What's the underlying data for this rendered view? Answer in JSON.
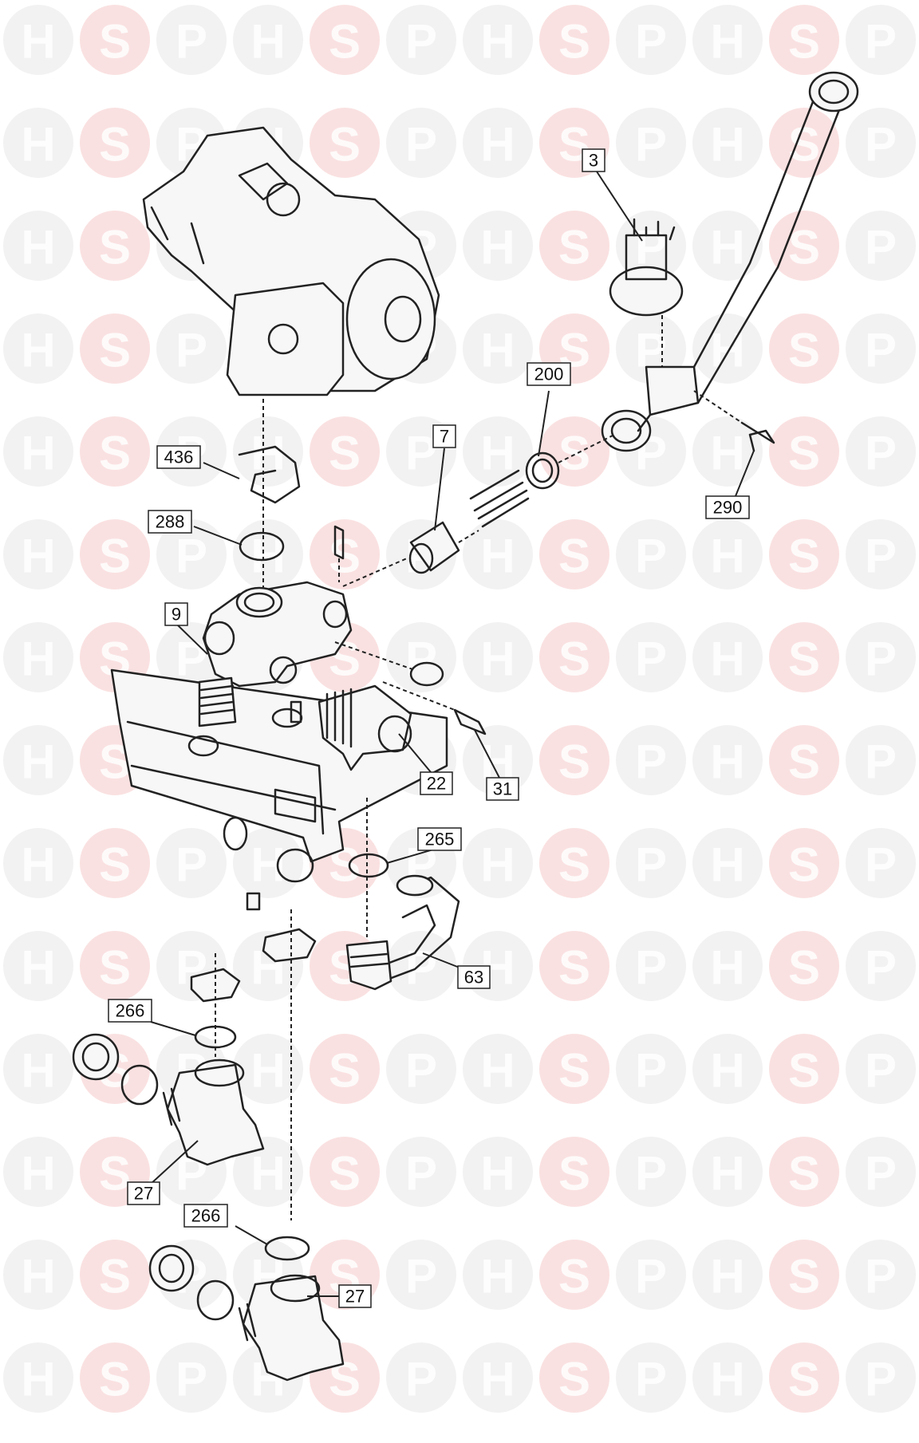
{
  "watermark": {
    "letters": [
      "H",
      "S",
      "P"
    ]
  },
  "colors": {
    "watermark_h_p": "#e8e8e8",
    "watermark_s": "#f5c9c9",
    "line": "#222222"
  },
  "callouts": [
    {
      "id": "c-3",
      "label": "3"
    },
    {
      "id": "c-200",
      "label": "200"
    },
    {
      "id": "c-7",
      "label": "7"
    },
    {
      "id": "c-290",
      "label": "290"
    },
    {
      "id": "c-436",
      "label": "436"
    },
    {
      "id": "c-288",
      "label": "288"
    },
    {
      "id": "c-9",
      "label": "9"
    },
    {
      "id": "c-22",
      "label": "22"
    },
    {
      "id": "c-31",
      "label": "31"
    },
    {
      "id": "c-265",
      "label": "265"
    },
    {
      "id": "c-63",
      "label": "63"
    },
    {
      "id": "c-266a",
      "label": "266"
    },
    {
      "id": "c-27a",
      "label": "27"
    },
    {
      "id": "c-266b",
      "label": "266"
    },
    {
      "id": "c-27b",
      "label": "27"
    }
  ]
}
